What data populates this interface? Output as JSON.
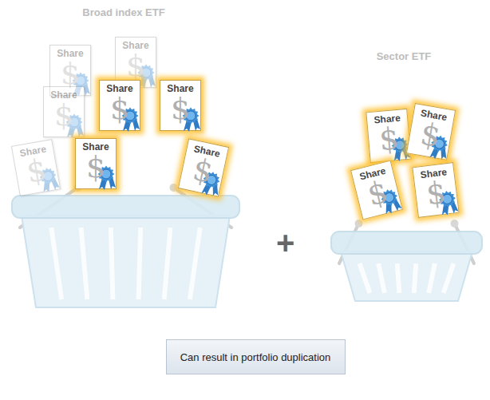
{
  "diagram": {
    "nodes": [
      {
        "text": [
          "Broad index ETF"
        ]
      },
      {
        "text": [
          "Share",
          "$"
        ],
        "in": 0
      },
      {
        "text": [
          "Share",
          "$"
        ],
        "in": 0
      },
      {
        "text": [
          "Share",
          "$"
        ],
        "in": 0
      },
      {
        "text": [
          "Share",
          "$"
        ],
        "in": 0
      },
      {
        "text": [
          "Share",
          "$"
        ],
        "in": 0
      },
      {
        "text": [
          "Share",
          "$"
        ],
        "in": 0
      },
      {
        "text": [
          "Share",
          "$"
        ],
        "in": 0
      },
      {
        "text": [
          "Share",
          "$"
        ],
        "in": 0
      },
      {
        "text": [
          "Sector ETF"
        ]
      },
      {
        "text": [
          "Share",
          "$"
        ],
        "in": 9
      },
      {
        "text": [
          "Share",
          "$"
        ],
        "in": 9
      },
      {
        "text": [
          "Share",
          "$"
        ],
        "in": 9
      },
      {
        "text": [
          "Share",
          "$"
        ],
        "in": 9
      },
      {
        "text": [
          "Can result in portfolio duplication"
        ]
      }
    ],
    "labels": [
      "+"
    ]
  }
}
